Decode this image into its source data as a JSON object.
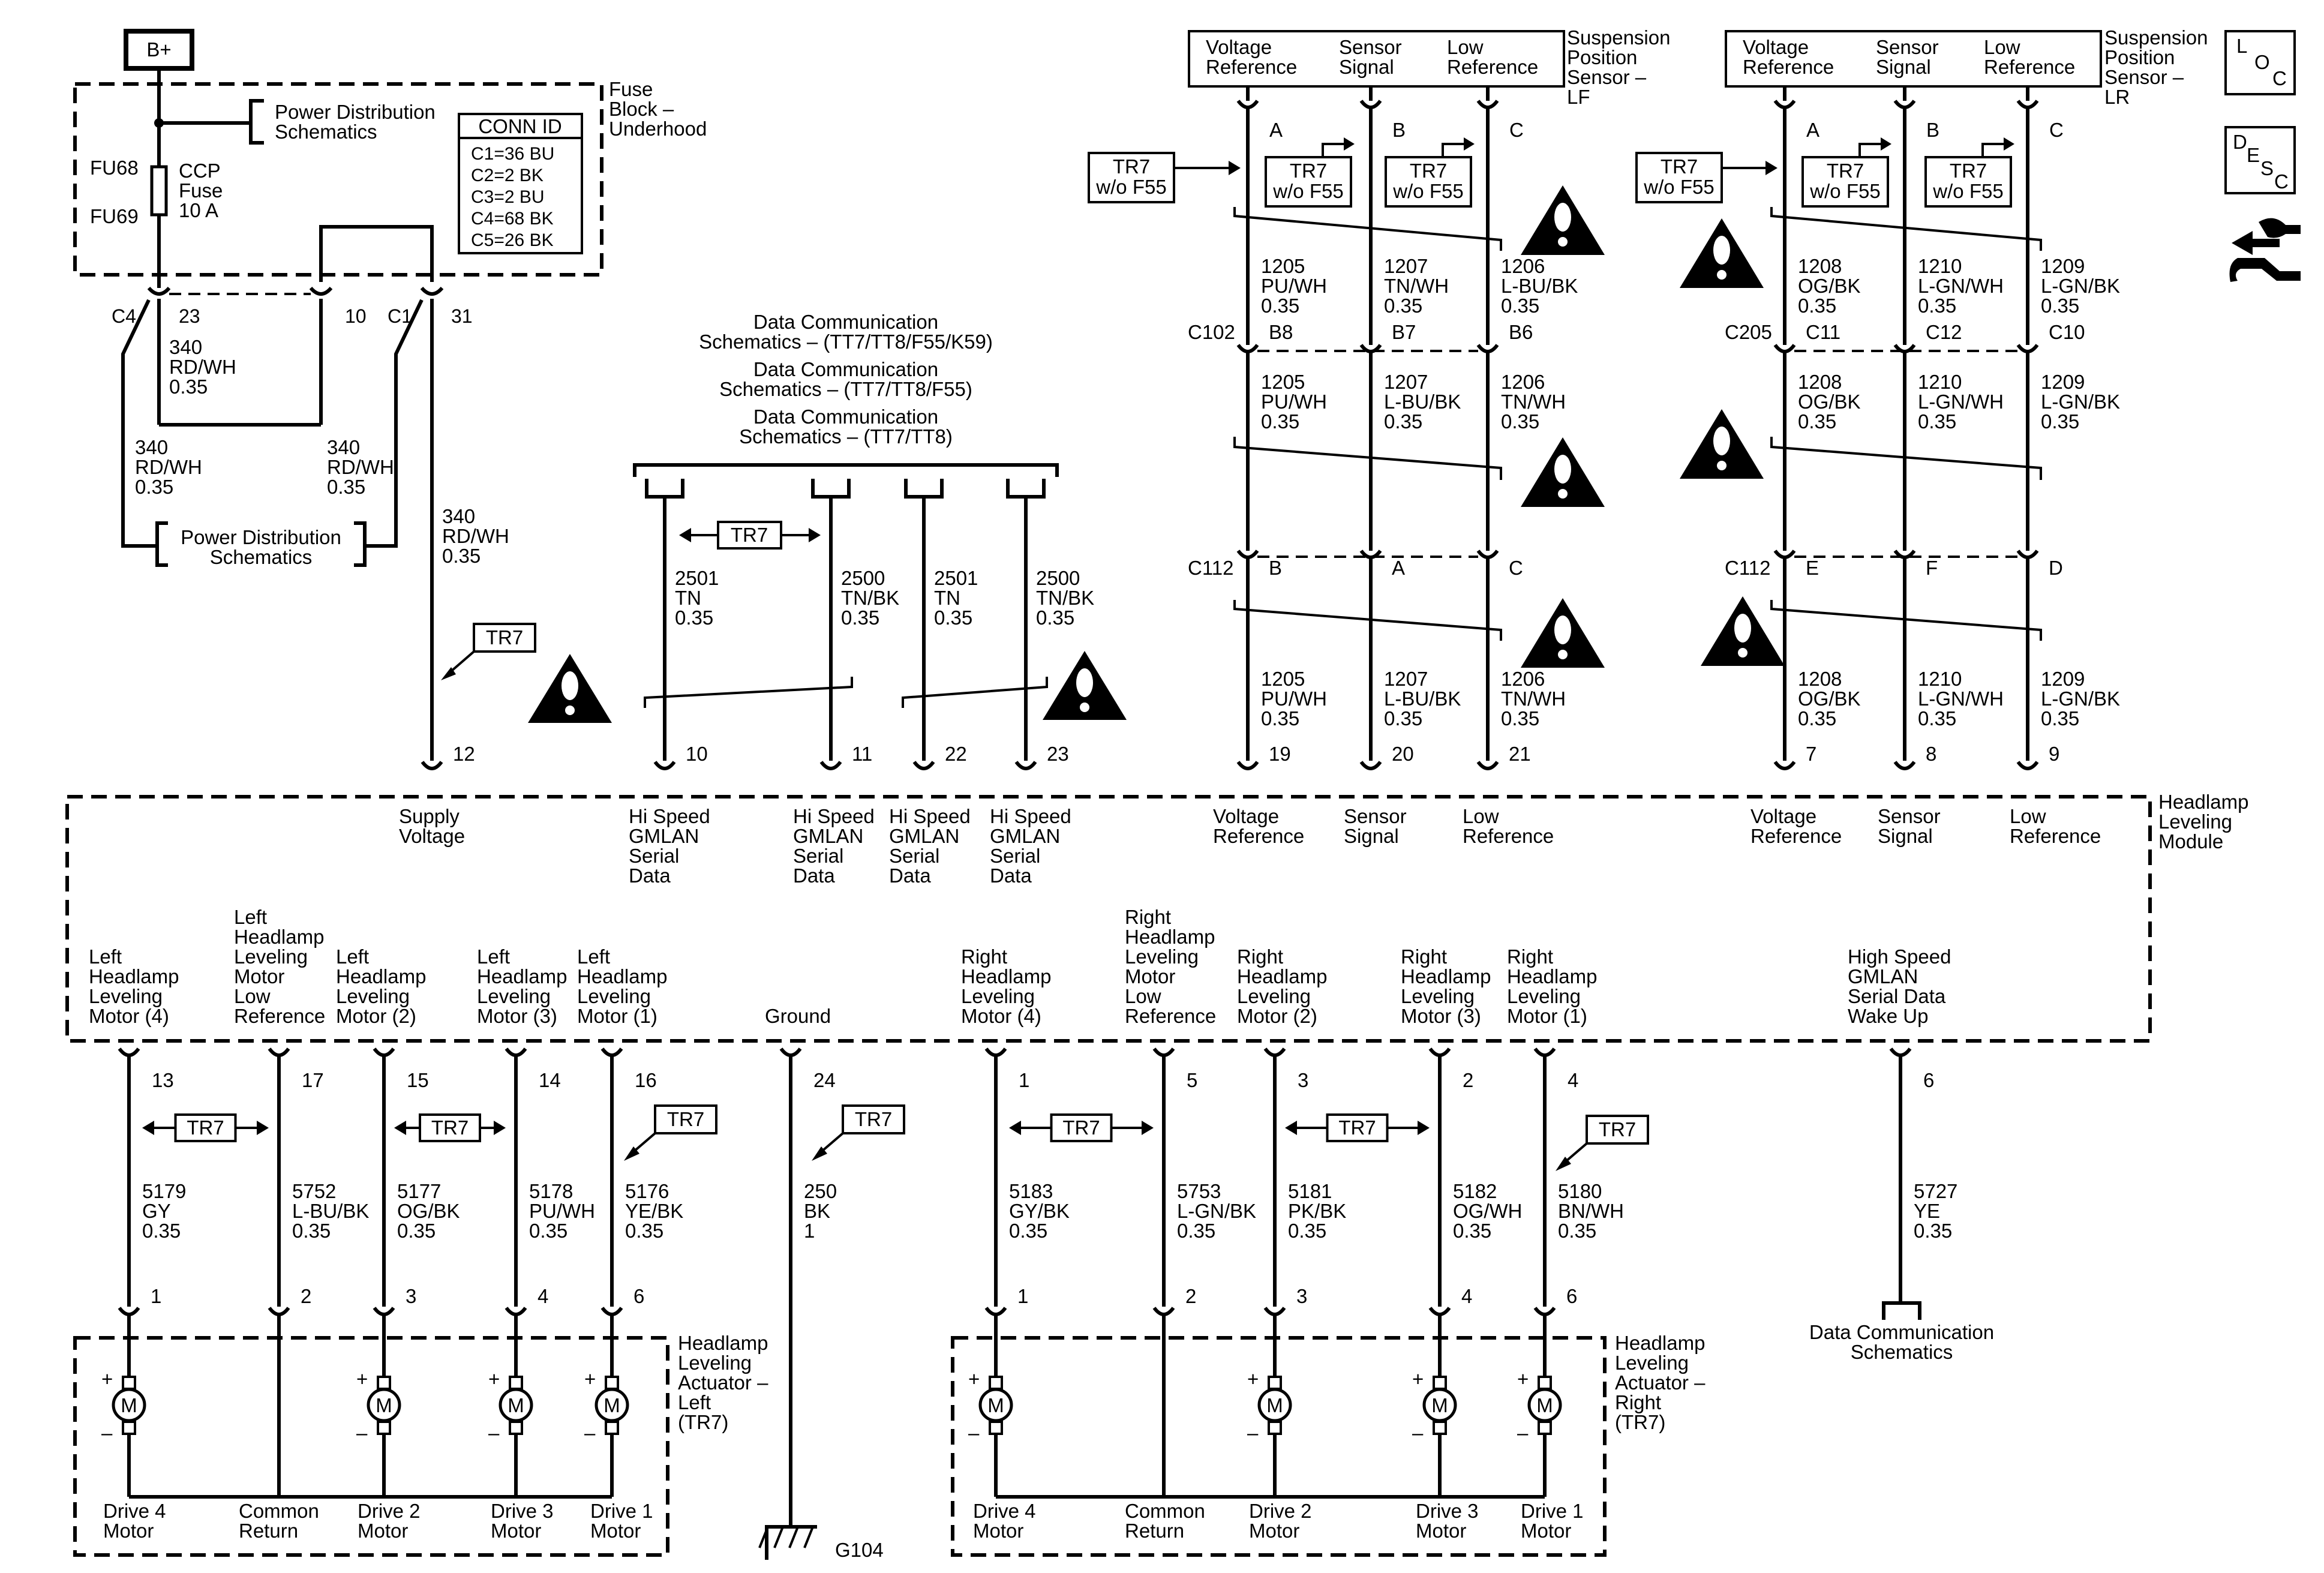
{
  "power": {
    "b_plus": "B+",
    "power_dist_top": [
      "Power Distribution",
      "Schematics"
    ],
    "fuse_block": [
      "Fuse",
      "Block –",
      "Underhood"
    ],
    "fuse_top": "FU68",
    "fuse_bottom": "FU69",
    "fuse_name": [
      "CCP",
      "Fuse",
      "10 A"
    ],
    "conn_id_title": "CONN ID",
    "conn_ids": [
      "C1=36 BU",
      "C2=2 BK",
      "C3=2 BU",
      "C4=68 BK",
      "C5=26 BK"
    ],
    "c4": "C4",
    "c4_pin": "23",
    "pin10": "10",
    "c1": "C1",
    "c1_pin": "31",
    "wire_340_top": [
      "340",
      "RD/WH",
      "0.35"
    ],
    "wire_340_left": [
      "340",
      "RD/WH",
      "0.35"
    ],
    "wire_340_mid": [
      "340",
      "RD/WH",
      "0.35"
    ],
    "wire_340_supply": [
      "340",
      "RD/WH",
      "0.35"
    ],
    "power_dist_bottom": [
      "Power Distribution",
      "Schematics"
    ],
    "tr7": "TR7"
  },
  "data_comm": {
    "refs": [
      [
        "Data Communication",
        "Schematics – (TT7/TT8/F55/K59)"
      ],
      [
        "Data Communication",
        "Schematics – (TT7/TT8/F55)"
      ],
      [
        "Data Communication",
        "Schematics – (TT7/TT8)"
      ]
    ],
    "tr7": "TR7",
    "wires": [
      {
        "circuit": "2501",
        "color": "TN",
        "gauge": "0.35"
      },
      {
        "circuit": "2500",
        "color": "TN/BK",
        "gauge": "0.35"
      },
      {
        "circuit": "2501",
        "color": "TN",
        "gauge": "0.35"
      },
      {
        "circuit": "2500",
        "color": "TN/BK",
        "gauge": "0.35"
      }
    ]
  },
  "sensor_lf": {
    "title": [
      "Suspension",
      "Position",
      "Sensor –",
      "LF"
    ],
    "terminals": [
      "Voltage|Reference",
      "Sensor|Signal",
      "Low|Reference"
    ],
    "pins": [
      "A",
      "B",
      "C"
    ],
    "tr7_wo": [
      "TR7",
      "w/o F55"
    ],
    "wires_top": [
      [
        "1205",
        "PU/WH",
        "0.35"
      ],
      [
        "1207",
        "TN/WH",
        "0.35"
      ],
      [
        "1206",
        "L-BU/BK",
        "0.35"
      ]
    ],
    "c102": "C102",
    "c102_pins": [
      "B8",
      "B7",
      "B6"
    ],
    "wires_mid": [
      [
        "1205",
        "PU/WH",
        "0.35"
      ],
      [
        "1207",
        "L-BU/BK",
        "0.35"
      ],
      [
        "1206",
        "TN/WH",
        "0.35"
      ]
    ],
    "c112": "C112",
    "c112_pins": [
      "B",
      "A",
      "C"
    ],
    "wires_bot": [
      [
        "1205",
        "PU/WH",
        "0.35"
      ],
      [
        "1207",
        "L-BU/BK",
        "0.35"
      ],
      [
        "1206",
        "TN/WH",
        "0.35"
      ]
    ]
  },
  "sensor_lr": {
    "title": [
      "Suspension",
      "Position",
      "Sensor –",
      "LR"
    ],
    "terminals": [
      "Voltage|Reference",
      "Sensor|Signal",
      "Low|Reference"
    ],
    "pins": [
      "A",
      "B",
      "C"
    ],
    "tr7_wo": [
      "TR7",
      "w/o F55"
    ],
    "wires_top": [
      [
        "1208",
        "OG/BK",
        "0.35"
      ],
      [
        "1210",
        "L-GN/WH",
        "0.35"
      ],
      [
        "1209",
        "L-GN/BK",
        "0.35"
      ]
    ],
    "c205": "C205",
    "c205_pins": [
      "C11",
      "C12",
      "C10"
    ],
    "wires_mid": [
      [
        "1208",
        "OG/BK",
        "0.35"
      ],
      [
        "1210",
        "L-GN/WH",
        "0.35"
      ],
      [
        "1209",
        "L-GN/BK",
        "0.35"
      ]
    ],
    "c112": "C112",
    "c112_pins": [
      "E",
      "F",
      "D"
    ],
    "wires_bot": [
      [
        "1208",
        "OG/BK",
        "0.35"
      ],
      [
        "1210",
        "L-GN/WH",
        "0.35"
      ],
      [
        "1209",
        "L-GN/BK",
        "0.35"
      ]
    ]
  },
  "module": {
    "title": [
      "Headlamp",
      "Leveling",
      "Module"
    ],
    "top_pins": [
      "12",
      "10",
      "11",
      "22",
      "23",
      "19",
      "20",
      "21",
      "7",
      "8",
      "9"
    ],
    "top_labels": [
      "Supply|Voltage",
      "Hi Speed|GMLAN|Serial|Data",
      "Hi Speed|GMLAN|Serial|Data",
      "Hi Speed|GMLAN|Serial|Data",
      "Hi Speed|GMLAN|Serial|Data",
      "Voltage|Reference",
      "Sensor|Signal",
      "Low|Reference",
      "Voltage|Reference",
      "Sensor|Signal",
      "Low|Reference"
    ],
    "bottom_labels": [
      "Left|Headlamp|Leveling|Motor (4)",
      "Left|Headlamp|Leveling|Motor|Low|Reference",
      "Left|Headlamp|Leveling|Motor (2)",
      "Left|Headlamp|Leveling|Motor (3)",
      "Left|Headlamp|Leveling|Motor (1)",
      "Ground",
      "Right|Headlamp|Leveling|Motor (4)",
      "Right|Headlamp|Leveling|Motor|Low|Reference",
      "Right|Headlamp|Leveling|Motor (2)",
      "Right|Headlamp|Leveling|Motor (3)",
      "Right|Headlamp|Leveling|Motor (1)",
      "High Speed|GMLAN|Serial Data|Wake Up"
    ],
    "bottom_pins": [
      "13",
      "17",
      "15",
      "14",
      "16",
      "24",
      "1",
      "5",
      "3",
      "2",
      "4",
      "6"
    ]
  },
  "motor_wires": [
    [
      "5179",
      "GY",
      "0.35"
    ],
    [
      "5752",
      "L-BU/BK",
      "0.35"
    ],
    [
      "5177",
      "OG/BK",
      "0.35"
    ],
    [
      "5178",
      "PU/WH",
      "0.35"
    ],
    [
      "5176",
      "YE/BK",
      "0.35"
    ],
    [
      "250",
      "BK",
      "1"
    ],
    [
      "5183",
      "GY/BK",
      "0.35"
    ],
    [
      "5753",
      "L-GN/BK",
      "0.35"
    ],
    [
      "5181",
      "PK/BK",
      "0.35"
    ],
    [
      "5182",
      "OG/WH",
      "0.35"
    ],
    [
      "5180",
      "BN/WH",
      "0.35"
    ],
    [
      "5727",
      "YE",
      "0.35"
    ]
  ],
  "actuator_left": {
    "title": [
      "Headlamp",
      "Leveling",
      "Actuator –",
      "Left",
      "(TR7)"
    ],
    "pins": [
      "1",
      "2",
      "3",
      "4",
      "6"
    ],
    "bottom": [
      "Drive 4|Motor",
      "Common|Return",
      "Drive 2|Motor",
      "Drive 3|Motor",
      "Drive 1|Motor"
    ]
  },
  "actuator_right": {
    "title": [
      "Headlamp",
      "Leveling",
      "Actuator –",
      "Right",
      "(TR7)"
    ],
    "pins": [
      "1",
      "2",
      "3",
      "4",
      "6"
    ],
    "bottom": [
      "Drive 4|Motor",
      "Common|Return",
      "Drive 2|Motor",
      "Drive 3|Motor",
      "Drive 1|Motor"
    ]
  },
  "motor_symbol": "M",
  "plus": "+",
  "minus": "–",
  "ground": "G104",
  "data_comm_bottom": [
    "Data Communication",
    "Schematics"
  ],
  "side_icons": {
    "loc": [
      "L",
      "O",
      "C"
    ],
    "desc": [
      "D",
      "E",
      "S",
      "C"
    ],
    "icon_names": [
      "loc-icon",
      "desc-icon",
      "connector-tool-icon"
    ]
  }
}
